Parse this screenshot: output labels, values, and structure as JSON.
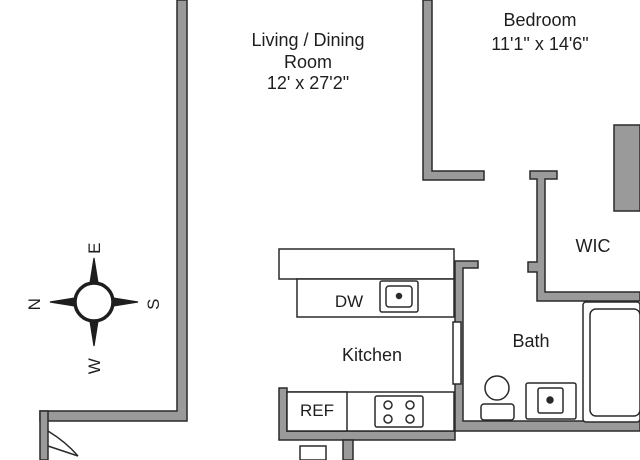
{
  "rooms": {
    "living": {
      "name_line1": "Living / Dining",
      "name_line2": "Room",
      "size": "12' x 27'2\""
    },
    "bedroom": {
      "name": "Bedroom",
      "size": "11'1\" x 14'6\""
    },
    "wic": {
      "name": "WIC"
    },
    "kitchen": {
      "name": "Kitchen"
    },
    "bath": {
      "name": "Bath"
    }
  },
  "fixtures": {
    "dishwasher": "DW",
    "refrigerator": "REF"
  },
  "compass": {
    "north": "N",
    "east": "E",
    "south": "S",
    "west": "W"
  },
  "colors": {
    "wall": "#3d3d3d",
    "line": "#2a2a2a",
    "wall_fill": "#9a9a9a",
    "background": "#ffffff"
  }
}
